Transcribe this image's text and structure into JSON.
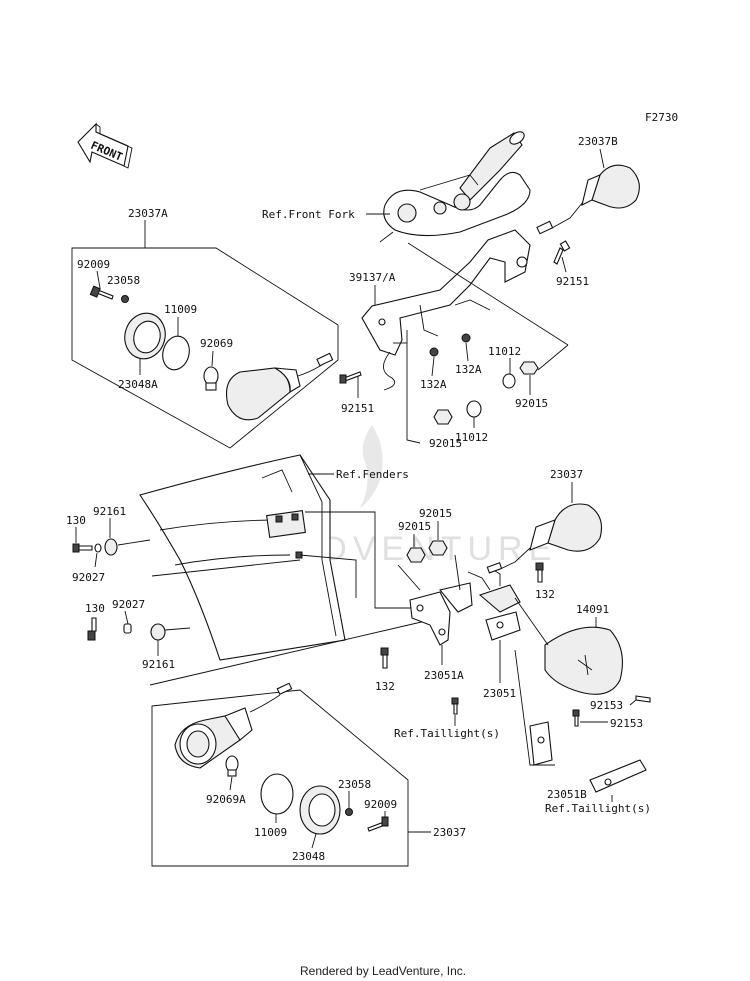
{
  "figure_code": "F2730",
  "front_arrow": "FRONT",
  "watermark": "LEADVENTURE",
  "footer": "Rendered by LeadVenture, Inc.",
  "labels": {
    "p23037A": "23037A",
    "p92009_top": "92009",
    "p23058_top": "23058",
    "p11009_top": "11009",
    "p92069": "92069",
    "p23048A": "23048A",
    "p39137A": "39137/A",
    "ref_front_fork": "Ref.Front Fork",
    "p23037B": "23037B",
    "p92151_right": "92151",
    "p92151_left": "92151",
    "p132A_a": "132A",
    "p132A_b": "132A",
    "p11012_right": "11012",
    "p92015_right": "92015",
    "p92015_mid": "92015",
    "p11012_mid": "11012",
    "ref_fenders": "Ref.Fenders",
    "p130_a": "130",
    "p92161_a": "92161",
    "p92027_a": "92027",
    "p130_b": "130",
    "p92027_b": "92027",
    "p92161_b": "92161",
    "p92015_c": "92015",
    "p92015_d": "92015",
    "p23037": "23037",
    "p132_right": "132",
    "p14091": "14091",
    "p132_left": "132",
    "p23051A": "23051A",
    "p23051": "23051",
    "p92153_a": "92153",
    "p92153_b": "92153",
    "ref_taillight_a": "Ref.Taillight(s)",
    "p23051B": "23051B",
    "ref_taillight_b": "Ref.Taillight(s)",
    "p92069A": "92069A",
    "p23058_bot": "23058",
    "p92009_bot": "92009",
    "p11009_bot": "11009",
    "p23048": "23048",
    "p23037_bot": "23037"
  }
}
